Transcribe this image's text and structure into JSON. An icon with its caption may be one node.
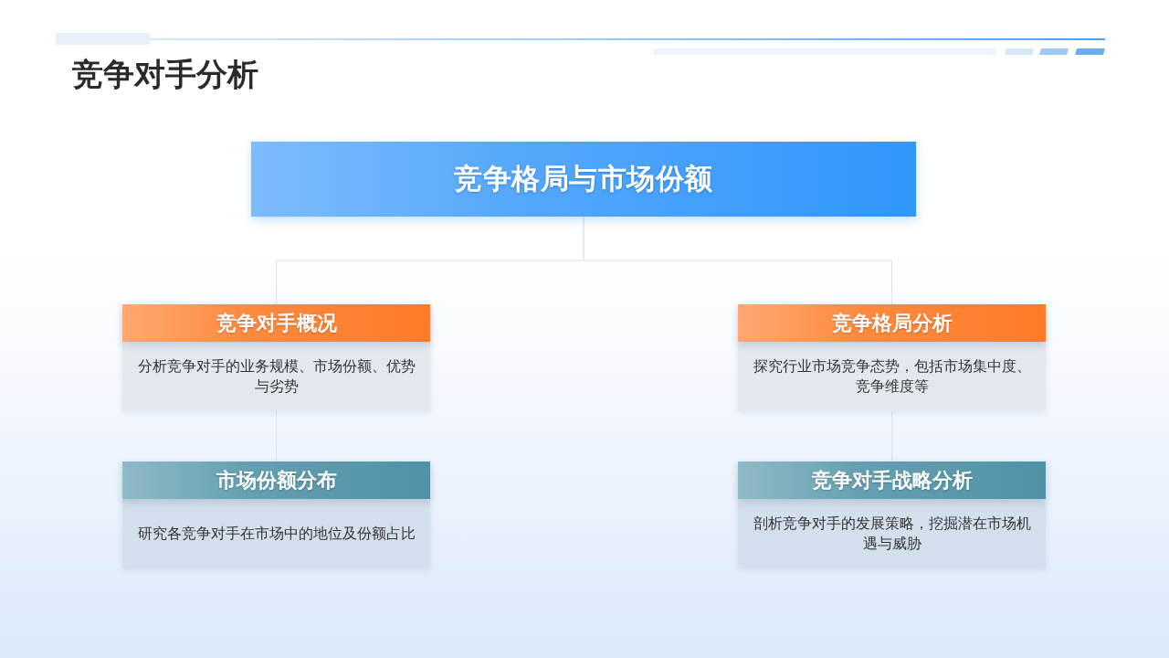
{
  "diagram": {
    "title": "竞争对手分析",
    "nodes": [
      {
        "text": [
          "竞争格局与市场份额"
        ]
      },
      {
        "text": [
          "竞争对手概况",
          "分析竞争对手的业务规模、市场份额、优势与劣势"
        ]
      },
      {
        "text": [
          "竞争格局分析",
          "探究行业市场竞争态势，包括市场集中度、竞争维度等"
        ]
      },
      {
        "text": [
          "市场份额分布",
          "研究各竞争对手在市场中的地位及份额占比"
        ]
      },
      {
        "text": [
          "竞争对手战略分析",
          "剖析竞争对手的发展策略，挖掘潜在市场机遇与威胁"
        ]
      }
    ],
    "edges": [
      {
        "from": 0,
        "to": 1,
        "arrow": "none"
      },
      {
        "from": 0,
        "to": 2,
        "arrow": "none"
      },
      {
        "from": 1,
        "to": 3,
        "arrow": "none"
      },
      {
        "from": 2,
        "to": 4,
        "arrow": "none"
      }
    ]
  }
}
